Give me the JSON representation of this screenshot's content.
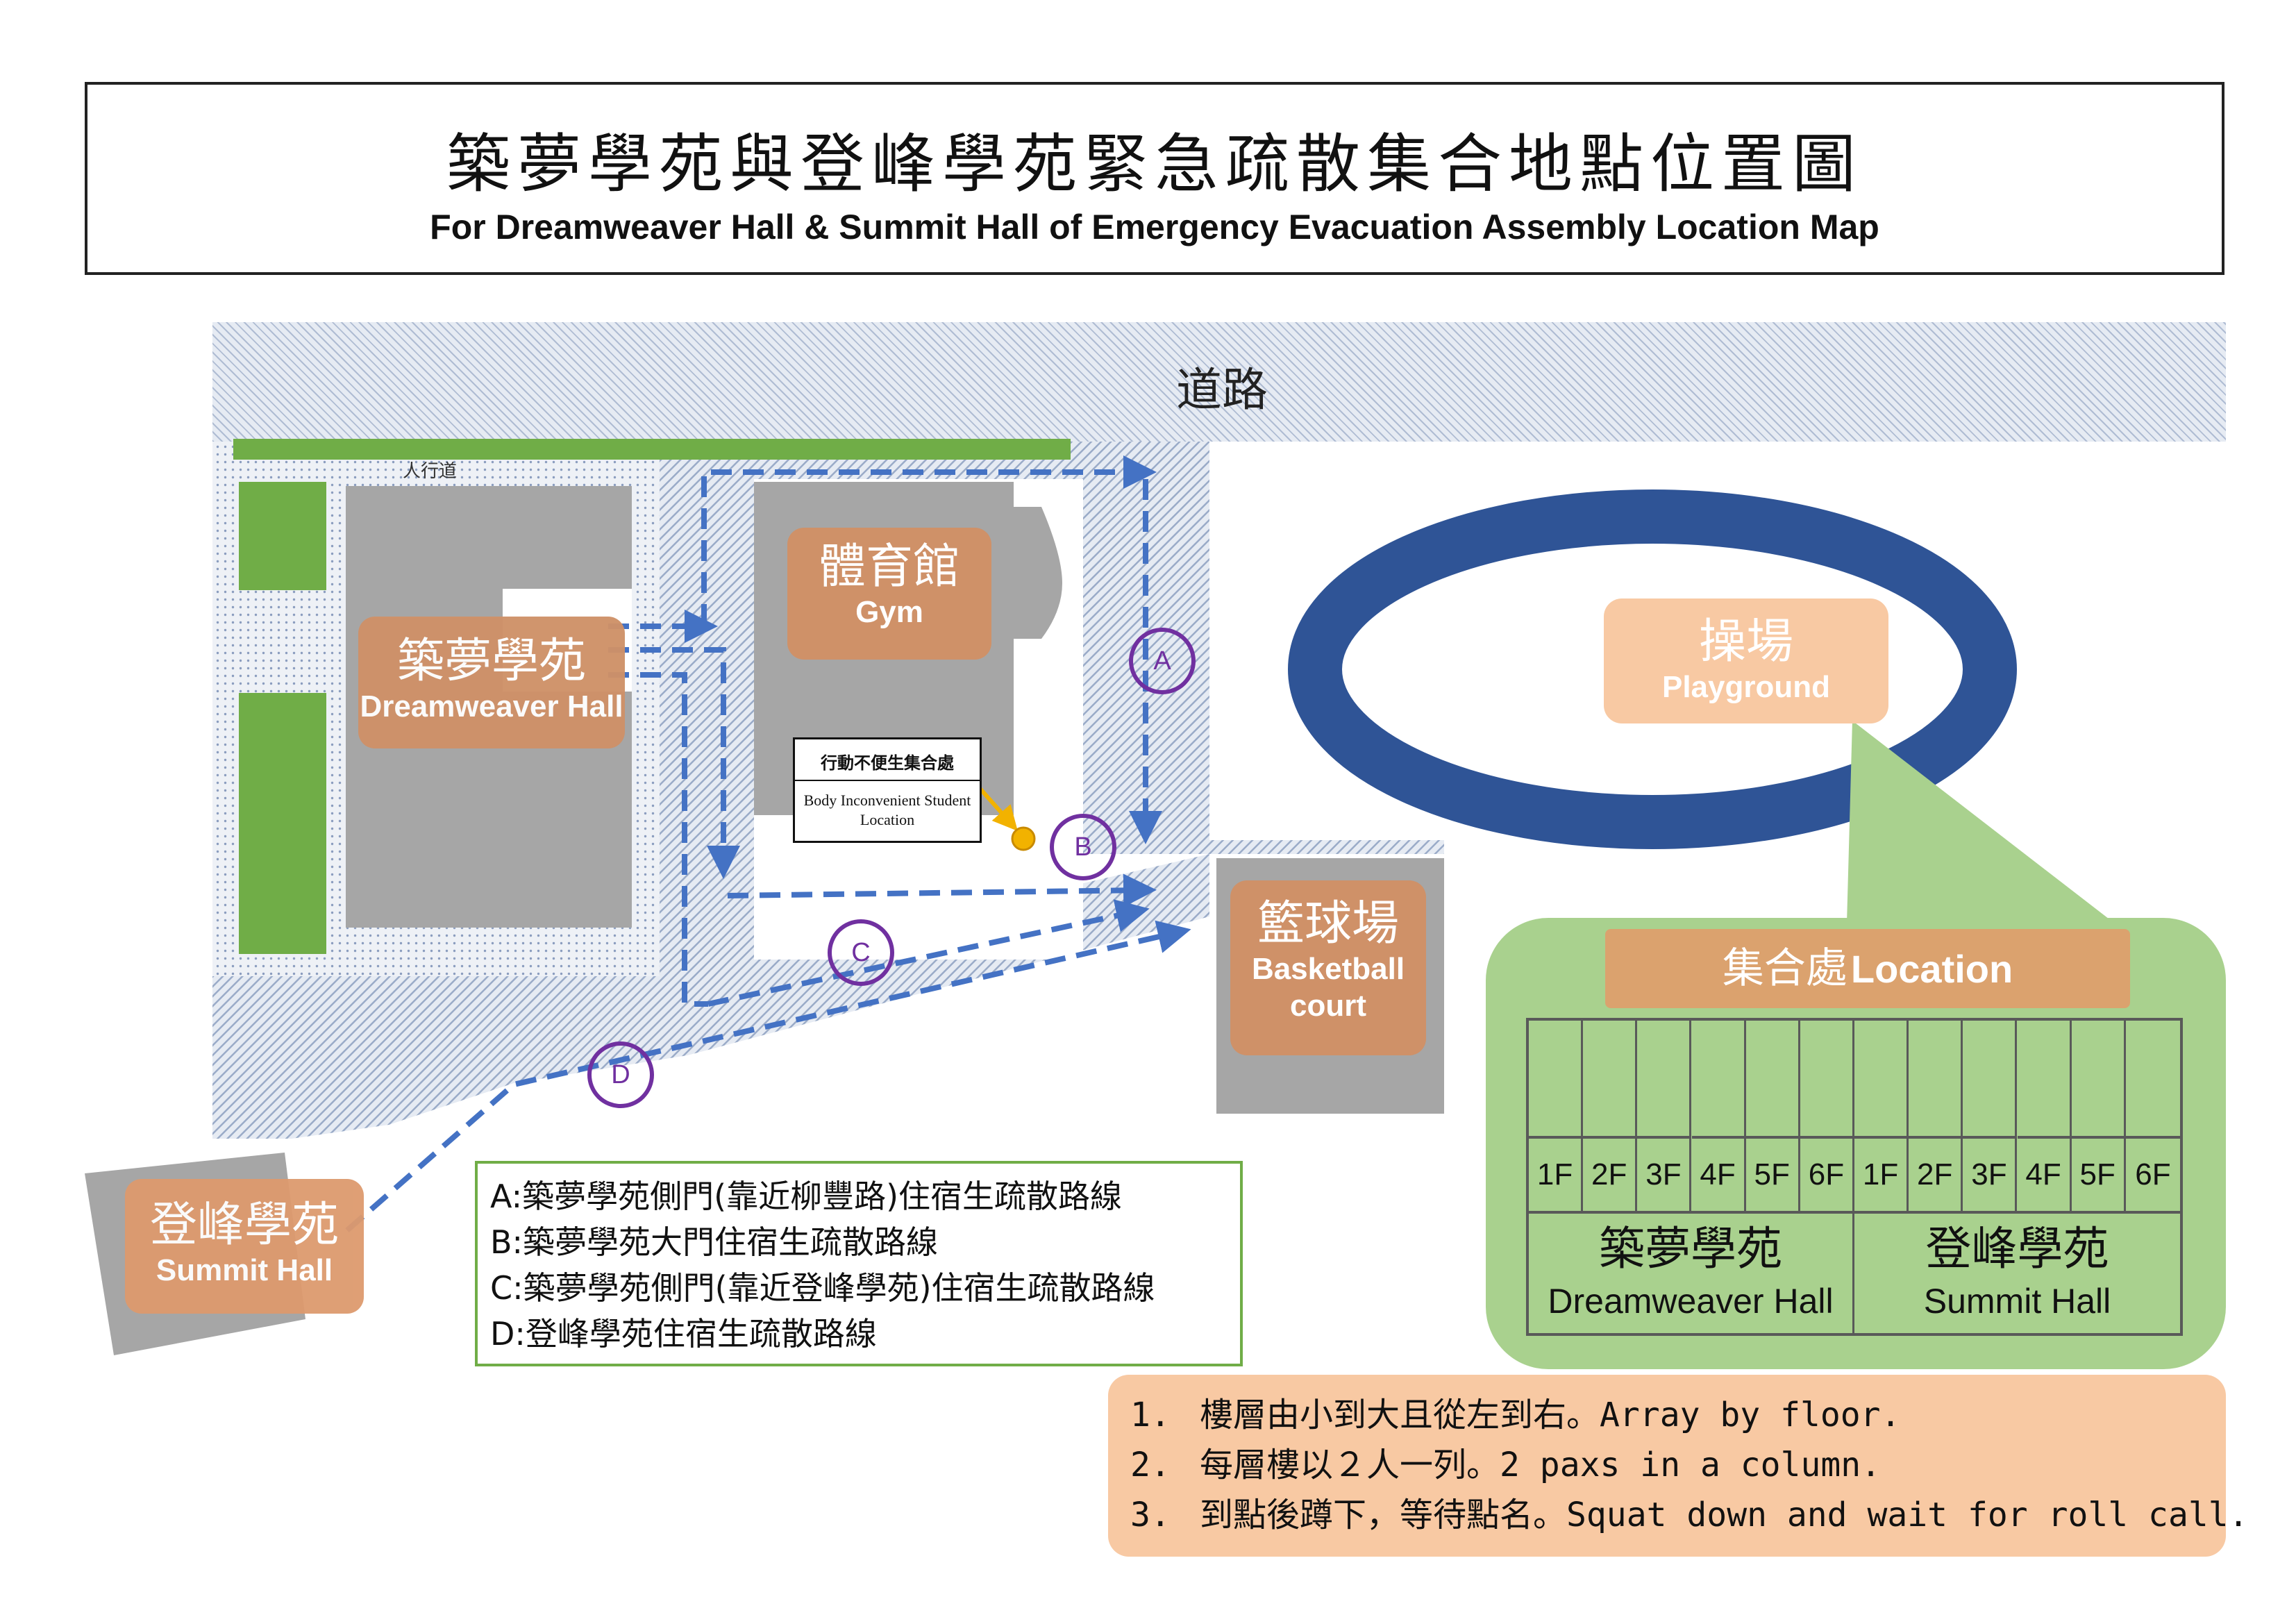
{
  "title": {
    "zh": "築夢學苑與登峰學苑緊急疏散集合地點位置圖",
    "en": "For Dreamweaver Hall & Summit Hall of Emergency Evacuation Assembly Location Map"
  },
  "map": {
    "road_label": "道路",
    "sidewalk_label": "人行道",
    "gym": {
      "zh": "體育館",
      "en": "Gym"
    },
    "dreamweaver": {
      "zh": "築夢學苑",
      "en": "Dreamweaver Hall"
    },
    "summit": {
      "zh": "登峰學苑",
      "en": "Summit Hall"
    },
    "basketball": {
      "zh": "籃球場",
      "en_line1": "Basketball",
      "en_line2": "court"
    },
    "playground": {
      "zh": "操場",
      "en": "Playground"
    },
    "inconvenient_note": {
      "zh": "行動不便生集合處",
      "en": "Body Inconvenient Student Location"
    },
    "route_markers": [
      "A",
      "B",
      "C",
      "D"
    ]
  },
  "legend": {
    "items": [
      "A:築夢學苑側門(靠近柳豐路)住宿生疏散路線",
      "B:築夢學苑大門住宿生疏散路線",
      "C:築夢學苑側門(靠近登峰學苑)住宿生疏散路線",
      "D:登峰學苑住宿生疏散路線"
    ]
  },
  "assembly": {
    "header_zh": "集合處",
    "header_en": "Location",
    "dreamweaver_floors": [
      "1F",
      "2F",
      "3F",
      "4F",
      "5F",
      "6F"
    ],
    "summit_floors": [
      "1F",
      "2F",
      "3F",
      "4F",
      "5F",
      "6F"
    ],
    "dreamweaver": {
      "zh": "築夢學苑",
      "en": "Dreamweaver Hall"
    },
    "summit": {
      "zh": "登峰學苑",
      "en": "Summit Hall"
    }
  },
  "rules": [
    {
      "num": "1.",
      "text": "樓層由小到大且從左到右。Array by floor."
    },
    {
      "num": "2.",
      "text": "每層樓以２人一列。2 paxs in a column."
    },
    {
      "num": "3.",
      "text": "到點後蹲下，等待點名。Squat down and wait for roll call."
    }
  ],
  "colors": {
    "route": "#4472c4",
    "marker": "#7030a0",
    "track": "#2f5496",
    "lawn": "#70ad47",
    "panel": "#a9d18e",
    "building": "#a6a6a6",
    "label_card": "#cf9168",
    "playground_card": "#f8c9a3"
  }
}
